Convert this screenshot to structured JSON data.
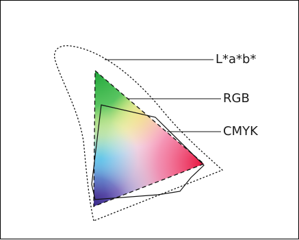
{
  "diagram": {
    "labels": {
      "lab": "L*a*b*",
      "rgb": "RGB",
      "cmyk": "CMYK"
    }
  }
}
